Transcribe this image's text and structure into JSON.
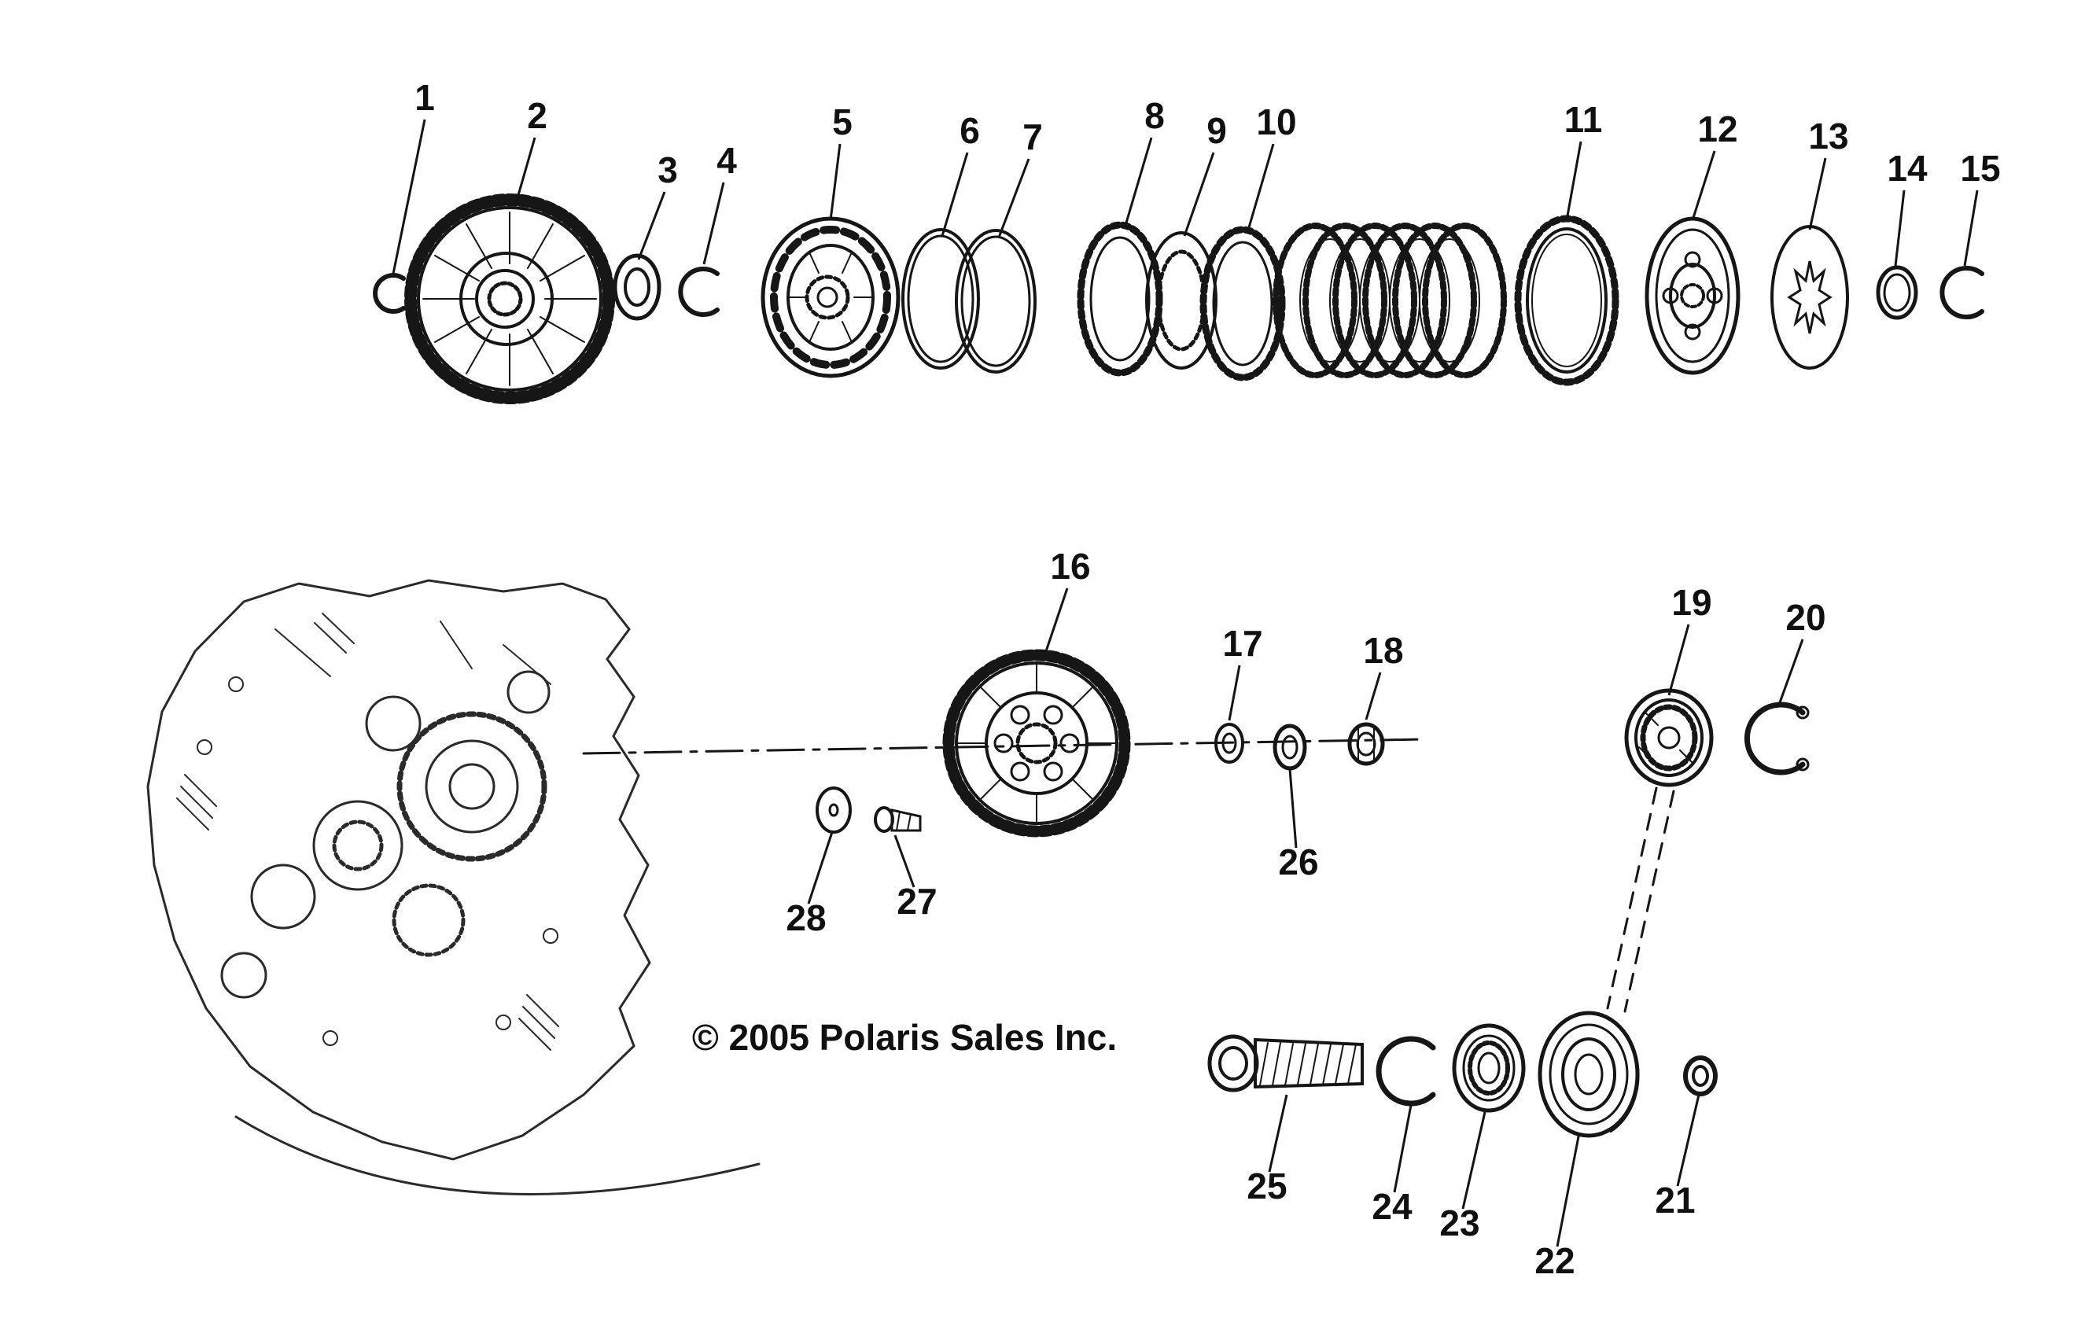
{
  "diagram": {
    "copyright": "© 2005 Polaris Sales Inc.",
    "callouts": [
      {
        "label": "1"
      },
      {
        "label": "2"
      },
      {
        "label": "3"
      },
      {
        "label": "4"
      },
      {
        "label": "5"
      },
      {
        "label": "6"
      },
      {
        "label": "7"
      },
      {
        "label": "8"
      },
      {
        "label": "9"
      },
      {
        "label": "10"
      },
      {
        "label": "11"
      },
      {
        "label": "12"
      },
      {
        "label": "13"
      },
      {
        "label": "14"
      },
      {
        "label": "15"
      },
      {
        "label": "16"
      },
      {
        "label": "17"
      },
      {
        "label": "18"
      },
      {
        "label": "19"
      },
      {
        "label": "20"
      },
      {
        "label": "21"
      },
      {
        "label": "22"
      },
      {
        "label": "23"
      },
      {
        "label": "24"
      },
      {
        "label": "25"
      },
      {
        "label": "26"
      },
      {
        "label": "27"
      },
      {
        "label": "28"
      }
    ]
  }
}
